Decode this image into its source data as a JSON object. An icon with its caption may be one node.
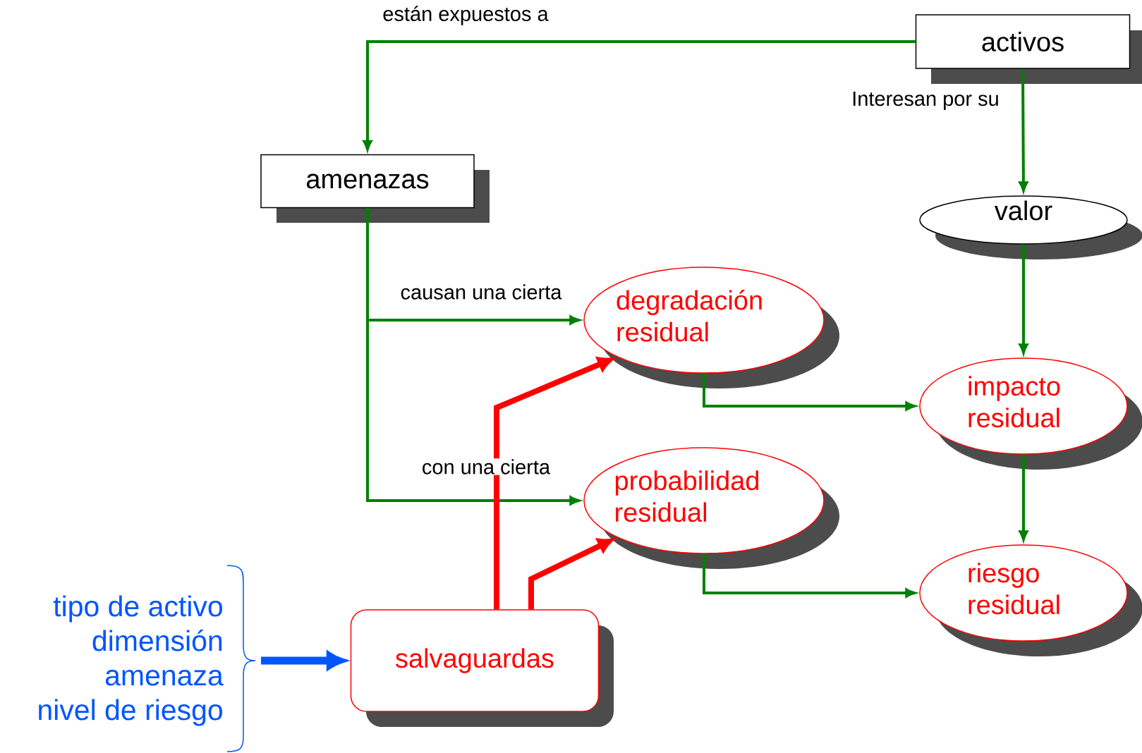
{
  "diagram": {
    "nodes": [
      {
        "text": [
          "activos"
        ]
      },
      {
        "text": [
          "amenazas"
        ]
      },
      {
        "text": [
          "valor"
        ]
      },
      {
        "text": [
          "degradación residual"
        ]
      },
      {
        "text": [
          "impacto residual"
        ]
      },
      {
        "text": [
          "probabilidad residual"
        ]
      },
      {
        "text": [
          "riesgo residual"
        ]
      },
      {
        "text": [
          "salvaguardas"
        ]
      },
      {
        "text": [
          "tipo de activo",
          "dimensión",
          "amenaza",
          "nivel de riesgo"
        ]
      }
    ],
    "edges": [
      {
        "from": 0,
        "to": 1,
        "arrow": "to",
        "label": "están expuestos a"
      },
      {
        "from": 0,
        "to": 2,
        "arrow": "to",
        "label": "Interesan por su"
      },
      {
        "from": 1,
        "to": 3,
        "arrow": "to",
        "label": "causan una cierta"
      },
      {
        "from": 1,
        "to": 5,
        "arrow": "to",
        "label": "con una cierta"
      },
      {
        "from": 2,
        "to": 4,
        "arrow": "to"
      },
      {
        "from": 3,
        "to": 4,
        "arrow": "to"
      },
      {
        "from": 4,
        "to": 6,
        "arrow": "to"
      },
      {
        "from": 5,
        "to": 6,
        "arrow": "to"
      },
      {
        "from": 7,
        "to": 3,
        "arrow": "to",
        "style": "thick",
        "color": "#ff0000"
      },
      {
        "from": 7,
        "to": 5,
        "arrow": "to",
        "style": "thick",
        "color": "#ff0000"
      },
      {
        "from": 8,
        "to": 7,
        "arrow": "to",
        "style": "thick",
        "color": "#0055ff"
      }
    ]
  }
}
